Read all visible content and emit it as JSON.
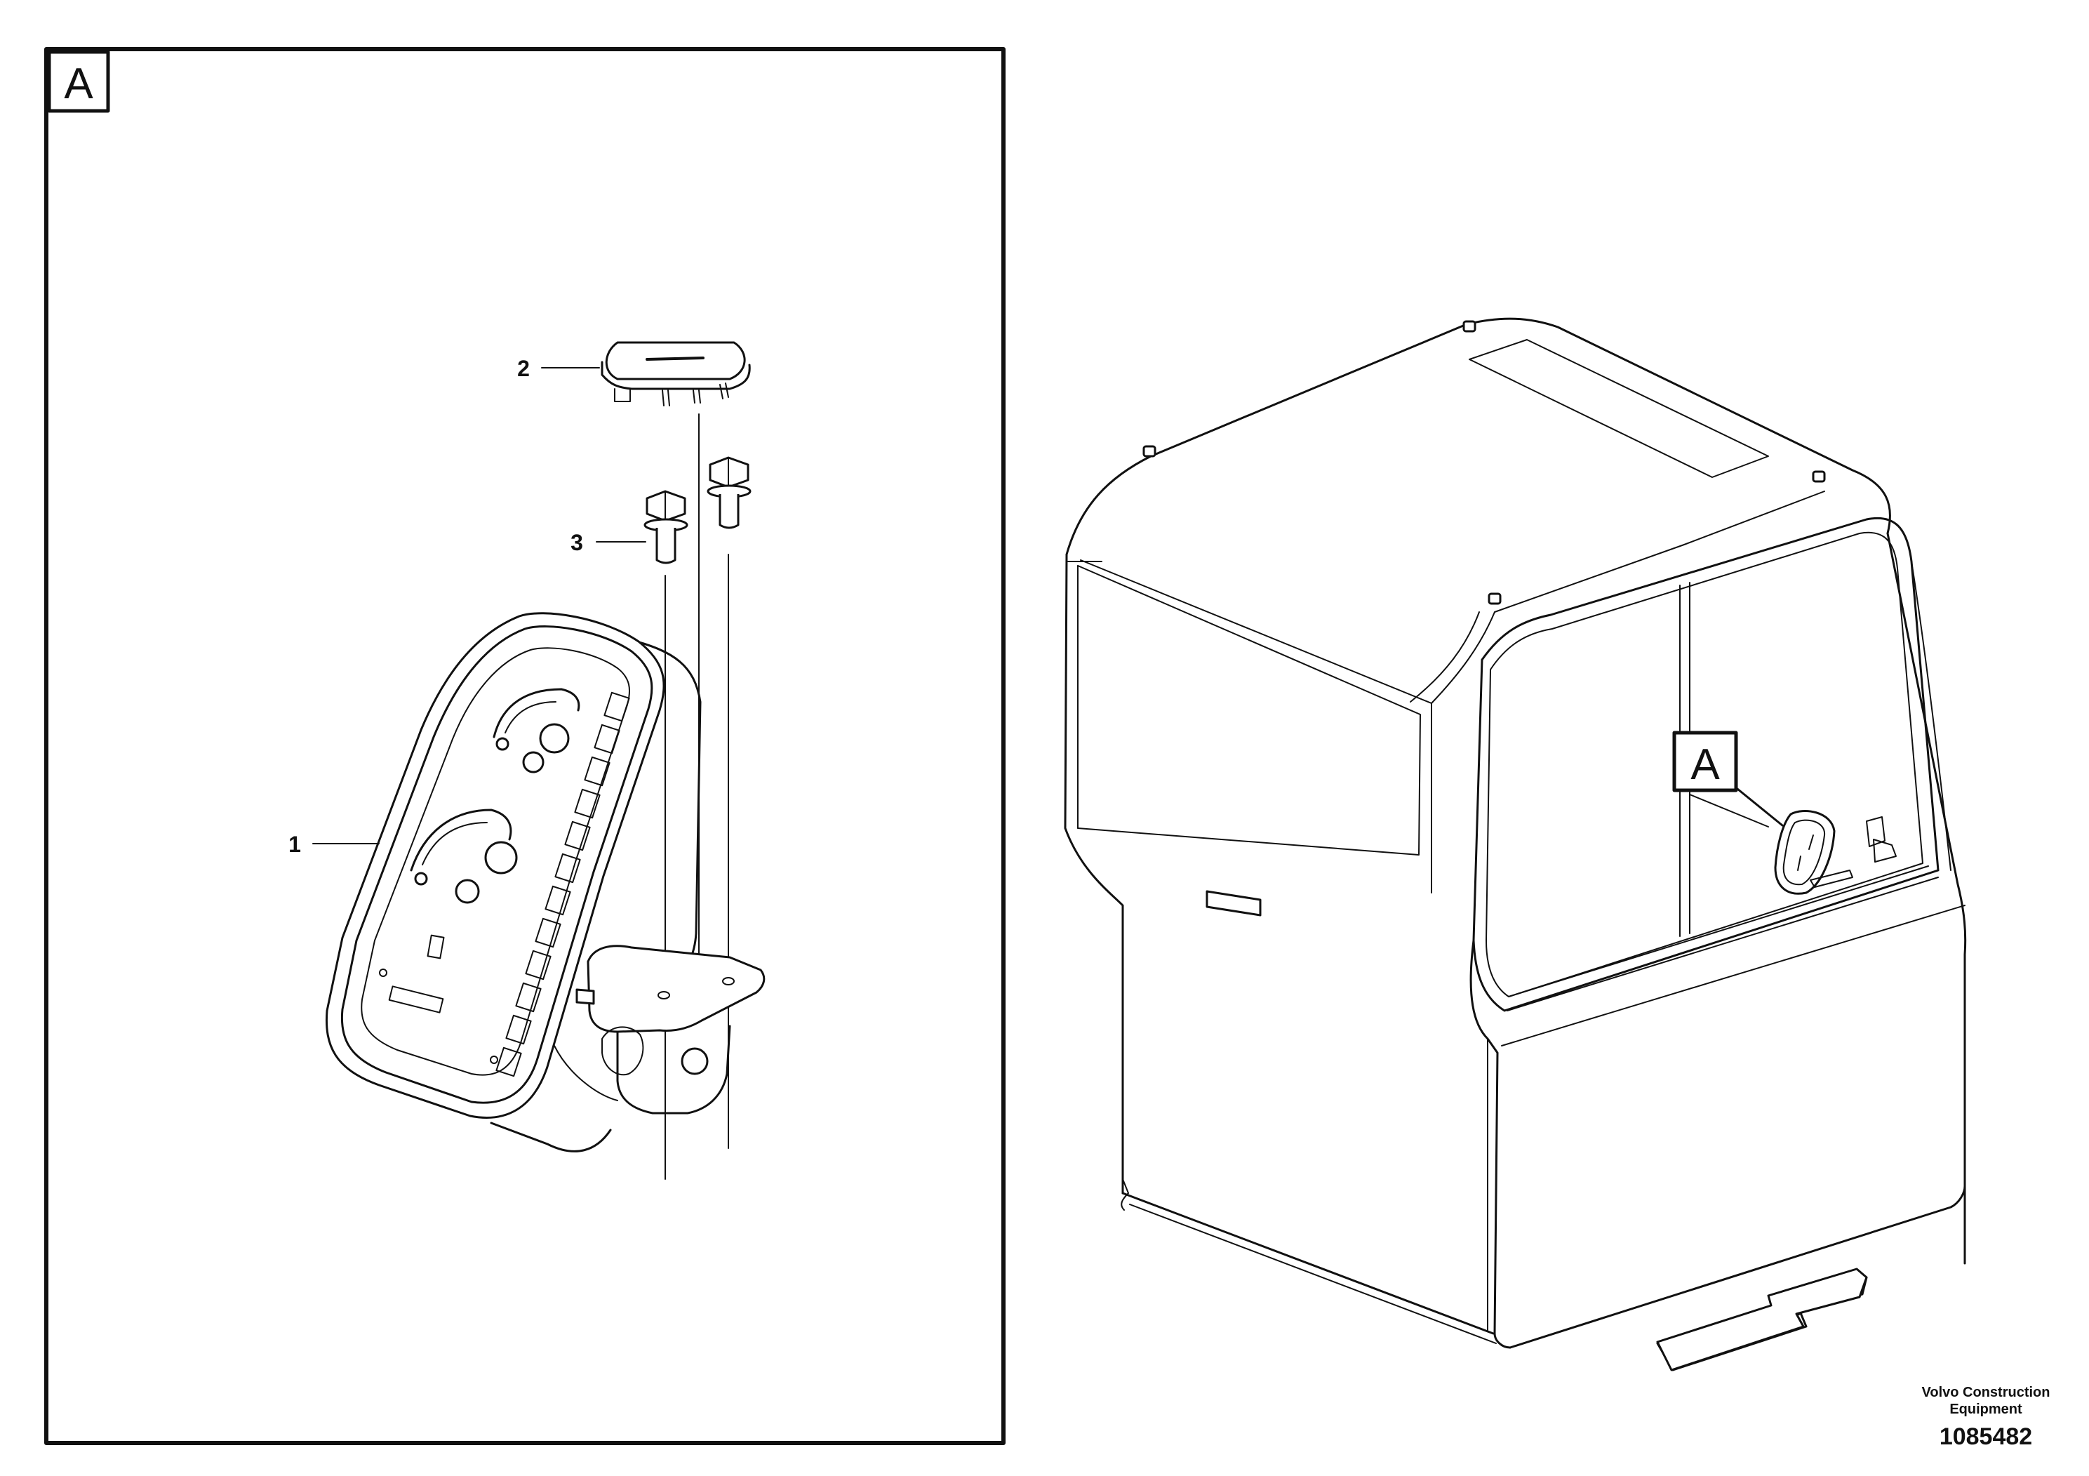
{
  "detail_view": {
    "label": "A",
    "callouts": [
      {
        "number": "1",
        "part": "instrument-panel"
      },
      {
        "number": "2",
        "part": "cover-cap"
      },
      {
        "number": "3",
        "part": "flange-bolt"
      }
    ]
  },
  "cab_view": {
    "detail_marker": "A"
  },
  "footer": {
    "brand_line_1": "Volvo Construction",
    "brand_line_2": "Equipment",
    "document_number": "1085482"
  }
}
